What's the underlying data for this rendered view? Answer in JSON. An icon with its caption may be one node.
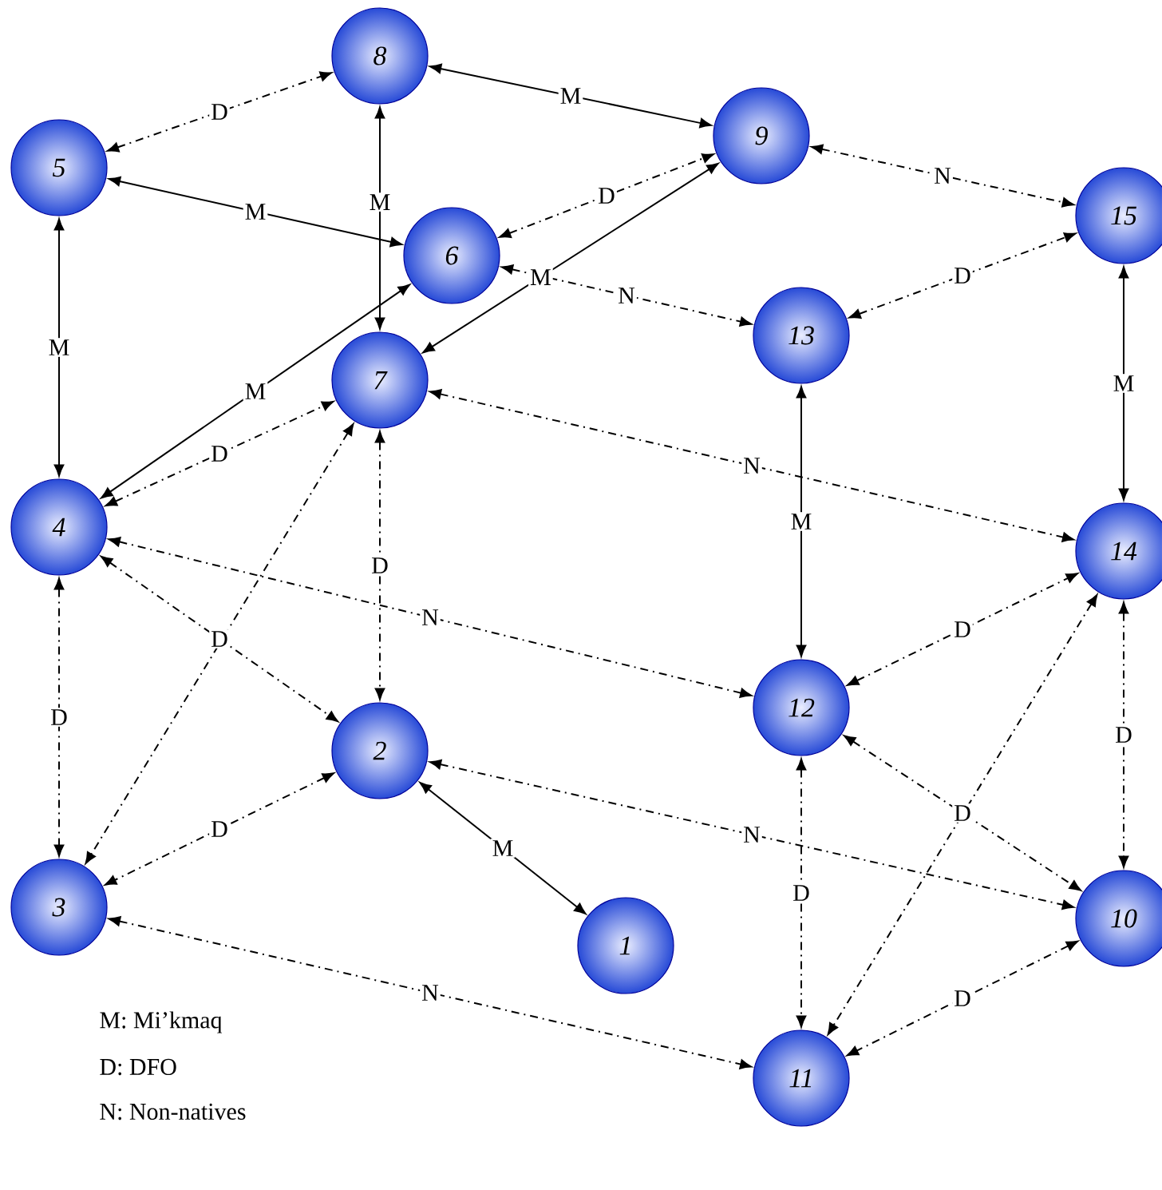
{
  "diagram": {
    "nodes": [
      {
        "text": [
          "1"
        ]
      },
      {
        "text": [
          "2"
        ]
      },
      {
        "text": [
          "3"
        ]
      },
      {
        "text": [
          "4"
        ]
      },
      {
        "text": [
          "5"
        ]
      },
      {
        "text": [
          "6"
        ]
      },
      {
        "text": [
          "7"
        ]
      },
      {
        "text": [
          "8"
        ]
      },
      {
        "text": [
          "9"
        ]
      },
      {
        "text": [
          "10"
        ]
      },
      {
        "text": [
          "11"
        ]
      },
      {
        "text": [
          "12"
        ]
      },
      {
        "text": [
          "13"
        ]
      },
      {
        "text": [
          "14"
        ]
      },
      {
        "text": [
          "15"
        ]
      }
    ],
    "edges": [
      {
        "from": 7,
        "to": 8,
        "arrow": "both",
        "label": "M"
      },
      {
        "from": 4,
        "to": 5,
        "arrow": "both",
        "label": "M"
      },
      {
        "from": 7,
        "to": 6,
        "arrow": "both",
        "label": "M"
      },
      {
        "from": 4,
        "to": 3,
        "arrow": "both",
        "label": "M"
      },
      {
        "from": 5,
        "to": 3,
        "arrow": "both",
        "label": "M"
      },
      {
        "from": 8,
        "to": 6,
        "arrow": "both",
        "label": "M"
      },
      {
        "from": 12,
        "to": 11,
        "arrow": "both",
        "label": "M"
      },
      {
        "from": 14,
        "to": 13,
        "arrow": "both",
        "label": "M"
      },
      {
        "from": 1,
        "to": 0,
        "arrow": "both",
        "label": "M"
      },
      {
        "from": 4,
        "to": 7,
        "arrow": "both",
        "label": "D",
        "style": "dashed"
      },
      {
        "from": 5,
        "to": 8,
        "arrow": "both",
        "label": "D",
        "style": "dashed"
      },
      {
        "from": 3,
        "to": 6,
        "arrow": "both",
        "label": "D",
        "style": "dashed"
      },
      {
        "from": 6,
        "to": 2,
        "arrow": "both",
        "style": "dashed"
      },
      {
        "from": 6,
        "to": 1,
        "arrow": "both",
        "label": "D",
        "style": "dashed"
      },
      {
        "from": 3,
        "to": 2,
        "arrow": "both",
        "label": "D",
        "style": "dashed"
      },
      {
        "from": 3,
        "to": 1,
        "arrow": "both",
        "label": "D",
        "style": "dashed"
      },
      {
        "from": 1,
        "to": 2,
        "arrow": "both",
        "label": "D",
        "style": "dashed"
      },
      {
        "from": 12,
        "to": 14,
        "arrow": "both",
        "label": "D",
        "style": "dashed"
      },
      {
        "from": 11,
        "to": 13,
        "arrow": "both",
        "label": "D",
        "style": "dashed"
      },
      {
        "from": 11,
        "to": 9,
        "arrow": "both",
        "label": "D",
        "style": "dashed"
      },
      {
        "from": 11,
        "to": 10,
        "arrow": "both",
        "label": "D",
        "style": "dashed"
      },
      {
        "from": 13,
        "to": 10,
        "arrow": "both",
        "style": "dashed"
      },
      {
        "from": 13,
        "to": 9,
        "arrow": "both",
        "label": "D",
        "style": "dashed"
      },
      {
        "from": 9,
        "to": 10,
        "arrow": "both",
        "label": "D",
        "style": "dashed"
      },
      {
        "from": 8,
        "to": 14,
        "arrow": "both",
        "label": "N",
        "style": "dashed"
      },
      {
        "from": 5,
        "to": 12,
        "arrow": "both",
        "label": "N",
        "style": "dashed"
      },
      {
        "from": 6,
        "to": 13,
        "arrow": "both",
        "label": "N",
        "style": "dashed"
      },
      {
        "from": 3,
        "to": 11,
        "arrow": "both",
        "label": "N",
        "style": "dashed"
      },
      {
        "from": 1,
        "to": 9,
        "arrow": "both",
        "label": "N",
        "style": "dashed"
      },
      {
        "from": 2,
        "to": 10,
        "arrow": "both",
        "label": "N",
        "style": "dashed"
      }
    ],
    "labels": [
      "M: Mi’kmaq",
      "D: DFO",
      "N: Non-natives"
    ]
  }
}
